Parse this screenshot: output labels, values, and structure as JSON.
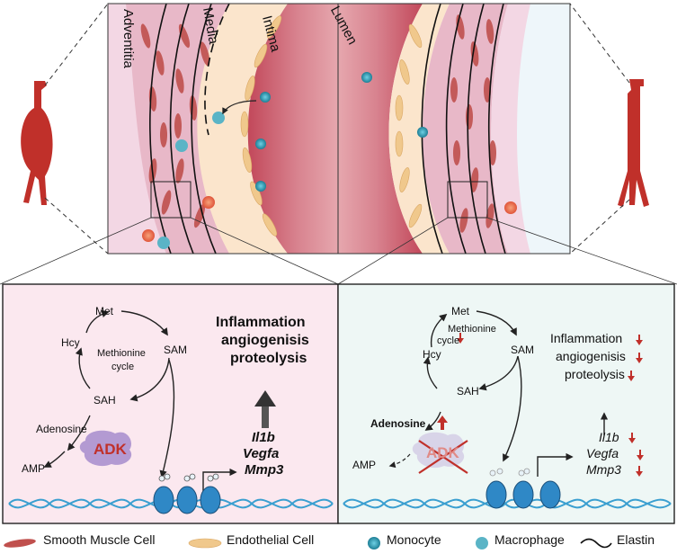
{
  "vessel": {
    "layer_labels": {
      "adventitia": "Adventitia",
      "media": "Media",
      "intima": "Intima",
      "lumen": "Lumen"
    }
  },
  "left_panel": {
    "cycle": {
      "met": "Met",
      "sam": "SAM",
      "sah": "SAH",
      "hcy": "Hcy",
      "center_line1": "Methionine",
      "center_line2": "cycle"
    },
    "adenosine": "Adenosine",
    "amp": "AMP",
    "enzyme": "ADK",
    "outcome": [
      "Inflammation",
      "angiogenisis",
      "proteolysis"
    ],
    "genes": [
      "Il1b",
      "Vegfa",
      "Mmp3"
    ]
  },
  "right_panel": {
    "cycle": {
      "met": "Met",
      "sam": "SAM",
      "sah": "SAH",
      "hcy": "Hcy",
      "center_line1": "Methionine",
      "center_line2": "cycle"
    },
    "adenosine": "Adenosine",
    "amp": "AMP",
    "enzyme": "ADK",
    "outcome": [
      "Inflammation",
      "angiogenisis",
      "proteolysis"
    ],
    "genes": [
      "Il1b",
      "Vegfa",
      "Mmp3"
    ]
  },
  "legend": {
    "smooth_muscle": "Smooth Muscle Cell",
    "endothelial": "Endothelial Cell",
    "monocyte": "Monocyte",
    "macrophage": "Macrophage",
    "elastin": "Elastin"
  },
  "colors": {
    "smc": "#c0504d",
    "endo": "#f3cf9a",
    "monocyte": "#2a8fa6",
    "macrophage": "#5ab4c6",
    "lumen": "#c44d5e",
    "left_bg": "#fbe8ef",
    "right_bg": "#eef7f5",
    "arrow_red": "#c0302a",
    "dna": "#3a9fd0"
  }
}
